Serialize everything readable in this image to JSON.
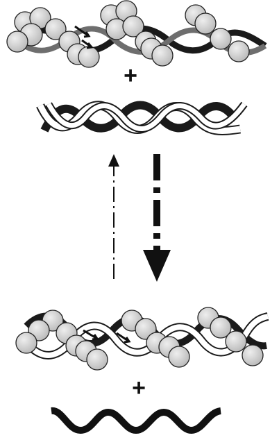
{
  "labels": {
    "top_plus": "+",
    "bottom_plus": "+"
  },
  "components": {
    "complex_top": "protein-coated-filament-complex",
    "free_helix": "double-helix-dna",
    "reverse_arrow": "thin-dash-dot-arrow-up",
    "forward_arrow": "thick-dashed-arrow-down",
    "complex_bottom": "protein-coated-double-helix-complex",
    "free_strand": "single-strand-zigzag"
  },
  "colors": {
    "sphere_fill": "#d0d0d0",
    "sphere_stroke": "#222222",
    "dark_strand": "#1a1a1a",
    "light_strand": "#ffffff",
    "shadow_strand": "#6e6e6e"
  }
}
